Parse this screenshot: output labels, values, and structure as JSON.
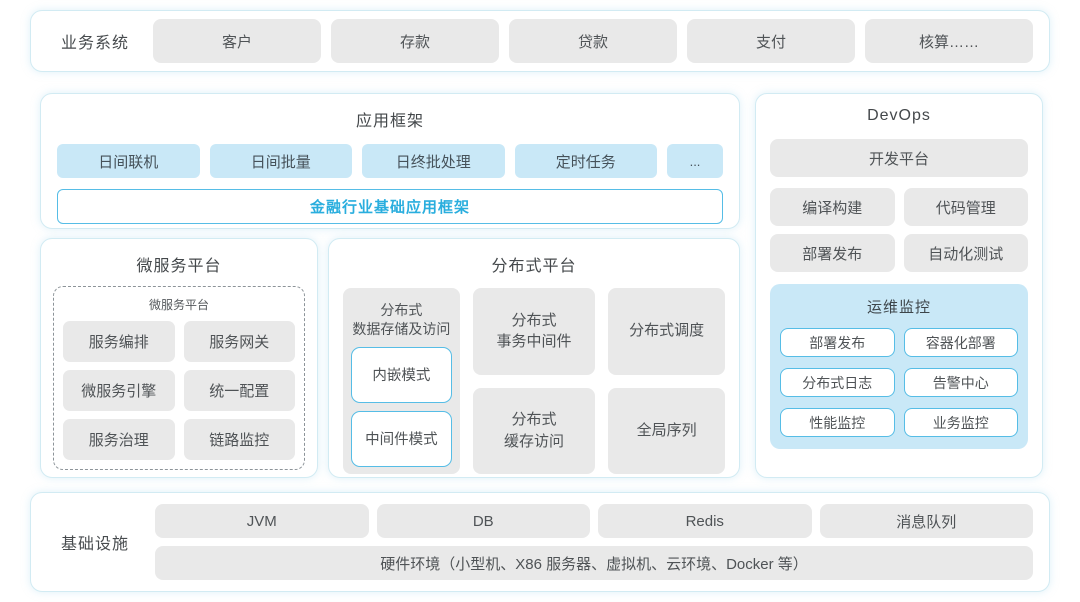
{
  "colors": {
    "accent_text": "#2aaede",
    "accent_border": "#56bde6",
    "card_border": "#d2ebf3",
    "grey_box": "#e9e9e9",
    "blue_box": "#c9e8f7",
    "text": "#4f5356"
  },
  "business_systems": {
    "label": "业务系统",
    "items": [
      "客户",
      "存款",
      "贷款",
      "支付",
      "核算……"
    ]
  },
  "app_framework": {
    "title": "应用框架",
    "items": [
      "日间联机",
      "日间批量",
      "日终批处理",
      "定时任务",
      "..."
    ],
    "base_framework": "金融行业基础应用框架"
  },
  "microservice_platform": {
    "title": "微服务平台",
    "inner_title": "微服务平台",
    "items": [
      "服务编排",
      "服务网关",
      "微服务引擎",
      "统一配置",
      "服务治理",
      "链路监控"
    ]
  },
  "distributed_platform": {
    "title": "分布式平台",
    "storage_label": "分布式\n数据存储及访问",
    "storage_modes": [
      "内嵌模式",
      "中间件模式"
    ],
    "items": [
      "分布式\n事务中间件",
      "分布式\n缓存访问",
      "分布式调度",
      "全局序列"
    ]
  },
  "devops": {
    "title": "DevOps",
    "dev_platform": "开发平台",
    "items": [
      "编译构建",
      "代码管理",
      "部署发布",
      "自动化测试"
    ],
    "monitoring": {
      "title": "运维监控",
      "items": [
        "部署发布",
        "容器化部署",
        "分布式日志",
        "告警中心",
        "性能监控",
        "业务监控"
      ]
    }
  },
  "infrastructure": {
    "label": "基础设施",
    "items": [
      "JVM",
      "DB",
      "Redis",
      "消息队列"
    ],
    "hardware": "硬件环境（小型机、X86 服务器、虚拟机、云环境、Docker 等）"
  }
}
